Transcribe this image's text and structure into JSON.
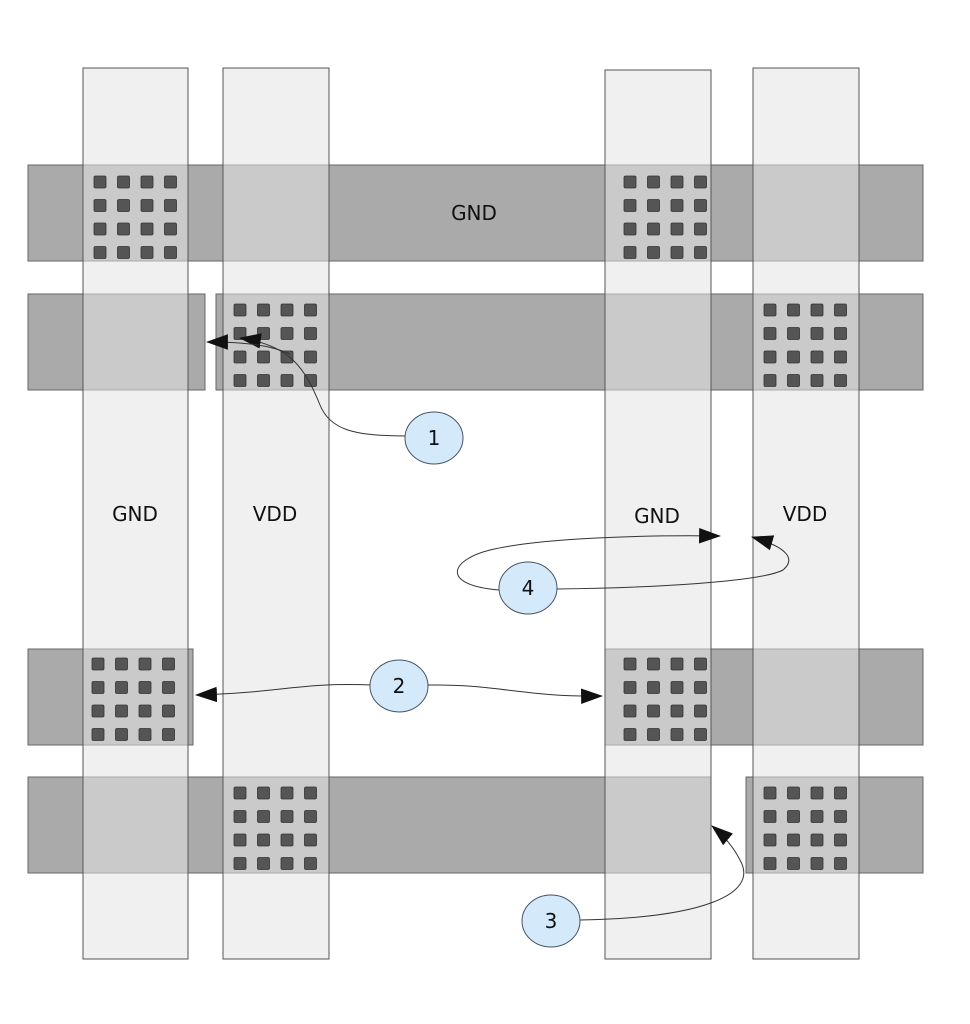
{
  "labels": {
    "gnd_top": "GND",
    "gnd_left": "GND",
    "vdd_left": "VDD",
    "gnd_right": "GND",
    "vdd_right": "VDD"
  },
  "callouts": {
    "c1": "1",
    "c2": "2",
    "c3": "3",
    "c4": "4"
  },
  "colors": {
    "rail": "#aaaaaa",
    "column": "#e8e8e8",
    "via": "#555555",
    "callout_fill": "#d4e9fa",
    "callout_stroke": "#445566",
    "arrow": "#111111"
  }
}
